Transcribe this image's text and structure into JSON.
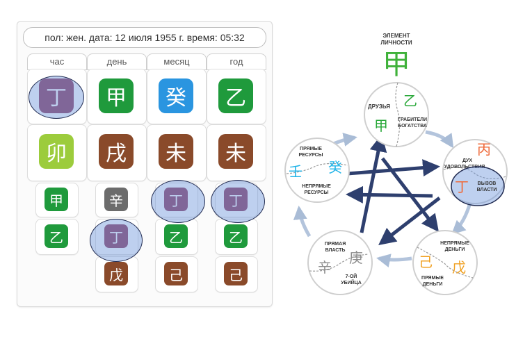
{
  "info_bar": "пол: жен. дата: 12 июля 1955 г.  время: 05:32",
  "chart": {
    "columns": [
      {
        "label": "час",
        "stem": "丁",
        "branch": "卯",
        "hidden": [
          "甲",
          "乙"
        ]
      },
      {
        "label": "день",
        "stem": "甲",
        "branch": "戌",
        "hidden": [
          "辛",
          "丁",
          "戊"
        ]
      },
      {
        "label": "месяц",
        "stem": "癸",
        "branch": "未",
        "hidden": [
          "丁",
          "乙",
          "己"
        ]
      },
      {
        "label": "год",
        "stem": "乙",
        "branch": "未",
        "hidden": [
          "丁",
          "乙",
          "己"
        ]
      }
    ],
    "colors": {
      "wood": "#1f9a3c",
      "fire": "#8e3f62",
      "water": "#2a95e0",
      "earth": "#8a4a2a",
      "metal": "#6c6c6c",
      "wood_light": "#9ccc3c"
    }
  },
  "diagram": {
    "personality": {
      "label1": "ЭЛЕМЕНТ",
      "label2": "ЛИЧНОСТИ",
      "char": "甲"
    },
    "top": {
      "left_label": "ДРУЗЬЯ",
      "left_char": "甲",
      "right_char": "乙",
      "right_label1": "ГРАБИТЕЛИ",
      "right_label2": "БОГАТСТВА"
    },
    "right": {
      "top_char": "丙",
      "top_label1": "ДУХ",
      "top_label2": "УДОВОЛЬСТВИЯ",
      "bottom_char": "丁",
      "bottom_label1": "ВЫЗОВ",
      "bottom_label2": "ВЛАСТИ"
    },
    "bottom_right": {
      "top_label1": "НЕПРЯМЫЕ",
      "top_label2": "ДЕНЬГИ",
      "char1": "己",
      "char2": "戊",
      "bottom_label1": "ПРЯМЫЕ",
      "bottom_label2": "ДЕНЬГИ"
    },
    "bottom_left": {
      "top_label1": "ПРЯМАЯ",
      "top_label2": "ВЛАСТЬ",
      "char1": "辛",
      "char2": "庚",
      "bottom_label1": "7-ОЙ",
      "bottom_label2": "УБИЙЦА"
    },
    "left": {
      "top_label1": "ПРЯМЫЕ",
      "top_label2": "РЕСУРСЫ",
      "char1": "壬",
      "char2": "癸",
      "bottom_label1": "НЕПРЯМЫЕ",
      "bottom_label2": "РЕСУРСЫ"
    }
  }
}
